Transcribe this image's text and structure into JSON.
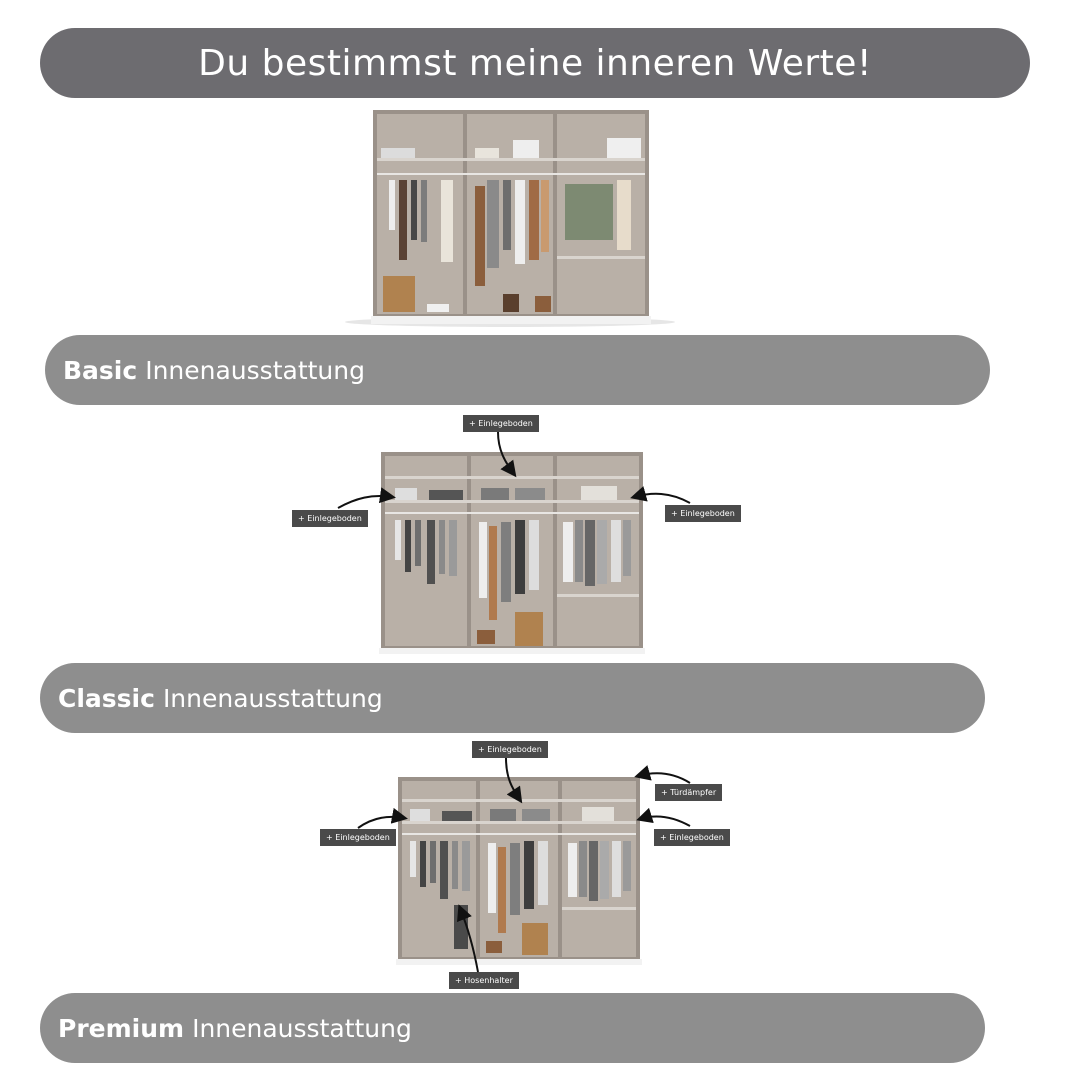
{
  "header": {
    "title": "Du bestimmst meine inneren Werte!"
  },
  "sections": [
    {
      "name_bold": "Basic",
      "name_rest": "Innenausstattung"
    },
    {
      "name_bold": "Classic",
      "name_rest": "Innenausstattung"
    },
    {
      "name_bold": "Premium",
      "name_rest": "Innenausstattung"
    }
  ],
  "tags": {
    "classic_top": "+ Einlegeboden",
    "classic_left": "+ Einlegeboden",
    "classic_right": "+ Einlegeboden",
    "premium_top": "+ Einlegeboden",
    "premium_left": "+ Einlegeboden",
    "premium_right": "+ Einlegeboden",
    "premium_door": "+ Türdämpfer",
    "premium_bottom": "+ Hosenhalter"
  },
  "colors": {
    "header_bg": "#6d6c70",
    "banner_bg": "#8e8e8e",
    "wardrobe_wall": "#b7aea6",
    "wardrobe_frame": "#9a9189"
  }
}
